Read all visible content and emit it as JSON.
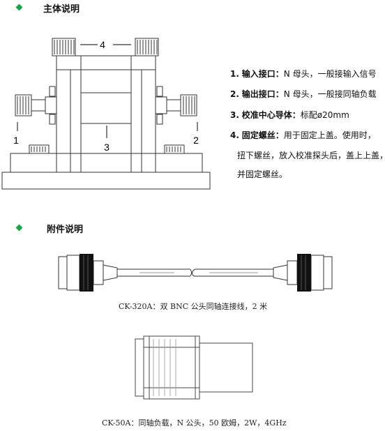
{
  "main_section": {
    "title": "主体说明",
    "items": [
      {
        "num": "1.",
        "label": "输入接口",
        "sep": "：",
        "text": "N 母头，一般接输入信号"
      },
      {
        "num": "2.",
        "label": "输出接口",
        "sep": "：",
        "text": "N 母头，一般接同轴负载"
      },
      {
        "num": "3.",
        "label": "校准中心导体",
        "sep": "：",
        "text": "标配ø20mm"
      },
      {
        "num": "4.",
        "label": "固定螺丝",
        "sep": "：",
        "text": "用于固定上盖。使用时，"
      }
    ],
    "continuation": [
      "扭下螺丝，放入校准探头后，盖上上盖，",
      "并固定螺丝。"
    ],
    "callouts": {
      "c1": "1",
      "c2": "2",
      "c3": "3",
      "c4": "4"
    }
  },
  "accessory_section": {
    "title": "附件说明",
    "cable_caption": "CK-320A：双 BNC 公头同轴连接线，2 米",
    "load_caption": "CK-50A：同轴负载，N 公头，50 欧姆，2W，4GHz"
  },
  "colors": {
    "accent": "#1aa34a",
    "line": "#333333"
  }
}
